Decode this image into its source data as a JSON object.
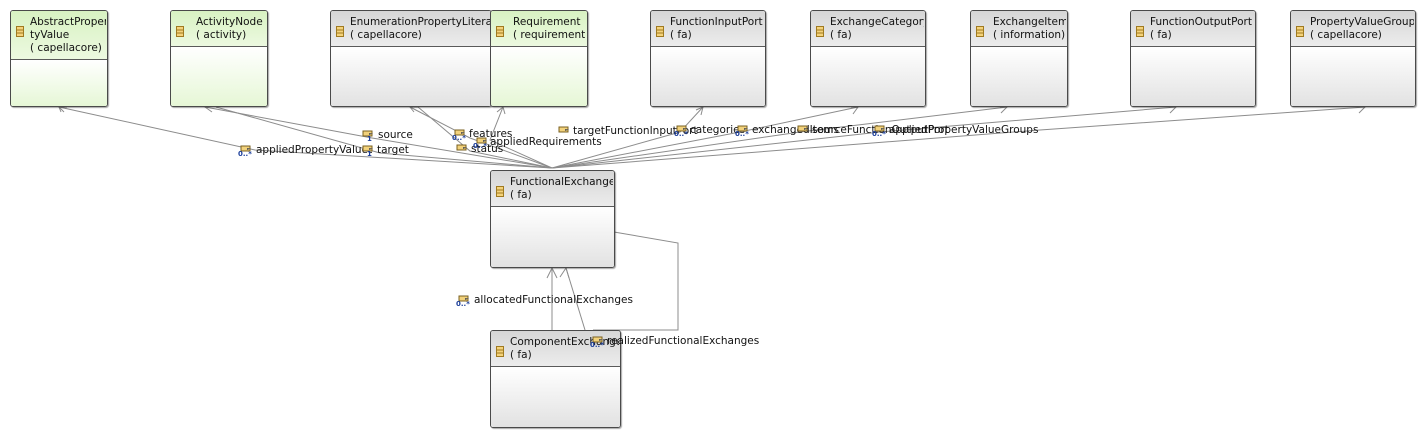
{
  "classes": {
    "abstractPropertyValue": {
      "line1": "AbstractProper",
      "line2": "tyValue",
      "pkg": "( capellacore)"
    },
    "activityNode": {
      "name": "ActivityNode",
      "pkg": "( activity)"
    },
    "enumerationPropertyLiteral": {
      "name": "EnumerationPropertyLiteral",
      "pkg": "( capellacore)"
    },
    "requirement": {
      "name": "Requirement",
      "pkg": "( requirement)"
    },
    "functionInputPort": {
      "name": "FunctionInputPort",
      "pkg": "( fa)"
    },
    "exchangeCategory": {
      "name": "ExchangeCategory",
      "pkg": "( fa)"
    },
    "exchangeItem": {
      "name": "ExchangeItem",
      "pkg": "( information)"
    },
    "functionOutputPort": {
      "name": "FunctionOutputPort",
      "pkg": "( fa)"
    },
    "propertyValueGroup": {
      "name": "PropertyValueGroup",
      "pkg": "( capellacore)"
    },
    "functionalExchange": {
      "name": "FunctionalExchange",
      "pkg": "( fa)"
    },
    "componentExchange": {
      "name": "ComponentExchange",
      "pkg": "( fa)"
    }
  },
  "references": {
    "appliedPropertyValues": "appliedPropertyValues",
    "source": "source",
    "target": "target",
    "features": "features",
    "status": "status",
    "appliedRequirements": "appliedRequirements",
    "targetFunctionInputPort": "targetFunctionInputPort",
    "categories": "categories",
    "exchangedItems": "exchangedItems",
    "sourceFunctionOutputPort": "sourceFunctionOutputPort",
    "appliedPropertyValueGroups": "appliedPropertyValueGroups",
    "allocatedFunctionalExchanges": "allocatedFunctionalExchanges",
    "realizedFunctionalExchanges": "realizedFunctionalExchanges"
  },
  "multiplicities": {
    "many": "0..*",
    "one": "1"
  },
  "colors": {
    "line": "#8c8c8c",
    "border": "#4a4a4a",
    "classGreen": "#e6f7d6",
    "classGray": "#e2e2e2"
  }
}
